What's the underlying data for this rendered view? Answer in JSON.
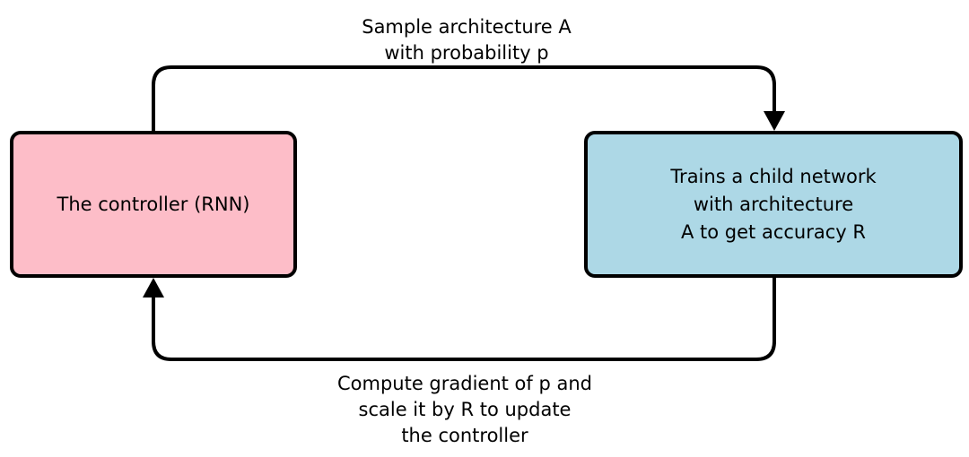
{
  "diagram": {
    "controller": {
      "label": "The controller (RNN)",
      "fill": "#fdbdc8"
    },
    "child_network": {
      "label": "Trains a child network\nwith architecture\nA to get accuracy R",
      "fill": "#add8e6"
    },
    "edges": {
      "sample": {
        "label": "Sample architecture A\nwith probability p"
      },
      "update": {
        "label": "Compute gradient of p and\nscale it by R to update\nthe controller"
      }
    },
    "stroke_color": "#000000"
  }
}
